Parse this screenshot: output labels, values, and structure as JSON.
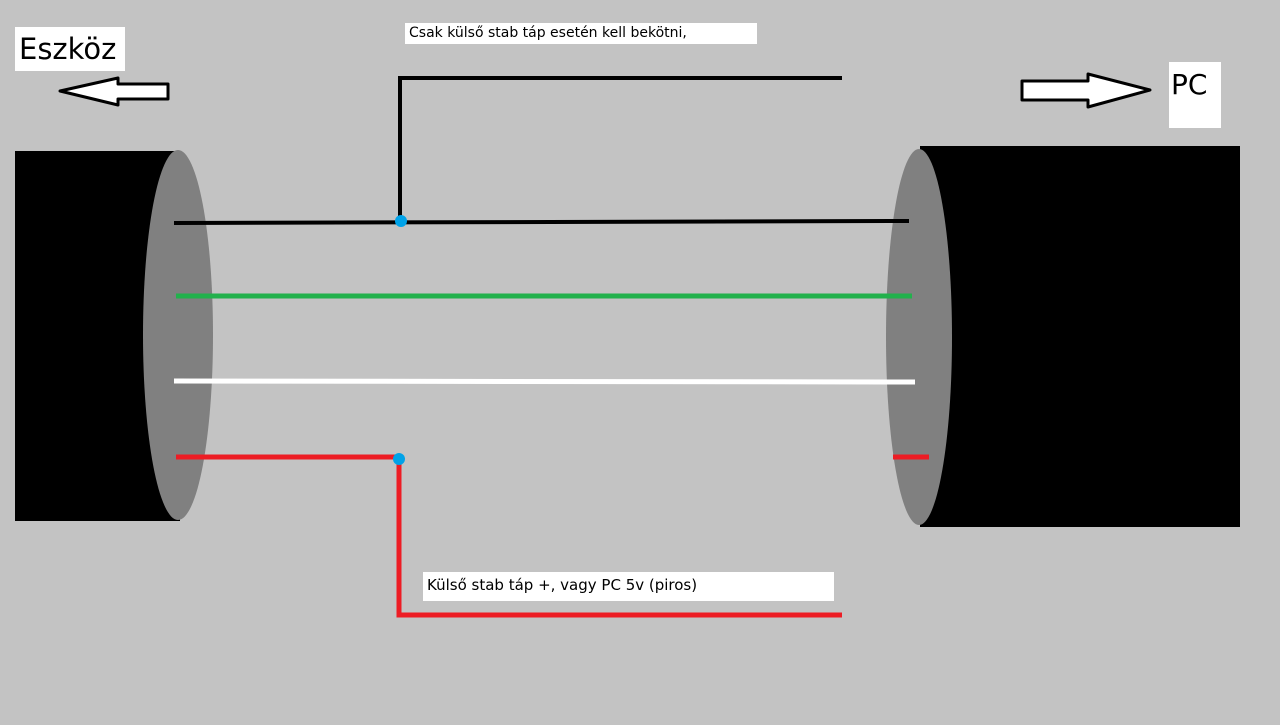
{
  "labels": {
    "device": "Eszköz",
    "pc": "PC"
  },
  "notes": {
    "top": "Csak külső stab  táp esetén kell bekötni,",
    "bottom": "Külső stab táp +, vagy PC 5v (piros)"
  },
  "arrows": {
    "device": "left-arrow-icon",
    "pc": "right-arrow-icon"
  },
  "colors": {
    "background": "#c3c3c3",
    "connector_body": "#000000",
    "connector_face": "#808080",
    "wire_black": "#000000",
    "wire_green": "#22b14c",
    "wire_white": "#ffffff",
    "wire_red": "#ed1c24",
    "junction": "#00a2e8"
  }
}
